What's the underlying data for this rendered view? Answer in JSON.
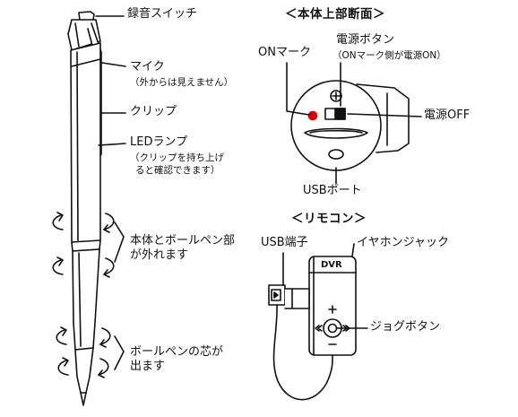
{
  "pen_labels": {
    "recording_switch": "録音スイッチ",
    "mic": "マイク",
    "mic_note": "（外からは見えません）",
    "clip": "クリップ",
    "led": "LEDランプ",
    "led_note_1": "（クリップを持ち上げ",
    "led_note_2": "ると確認できます）",
    "body_pen_1": "本体とボールペン部",
    "body_pen_2": "が外れます",
    "refill_1": "ボールペンの芯が",
    "refill_2": "出ます"
  },
  "top_section": {
    "title": "＜本体上部断面＞",
    "on_mark": "ONマーク",
    "power_button": "電源ボタン",
    "power_button_note": "（ONマーク側が電源ON）",
    "power_off": "電源OFF",
    "usb_port": "USBポート"
  },
  "remote": {
    "title": "＜リモコン＞",
    "usb_terminal": "USB端子",
    "earphone_jack": "イヤホンジャック",
    "dvr_label": "DVR",
    "jog_button": "ジョグボタン"
  },
  "colors": {
    "on_mark_dot": "#e00000",
    "line": "#111111"
  }
}
